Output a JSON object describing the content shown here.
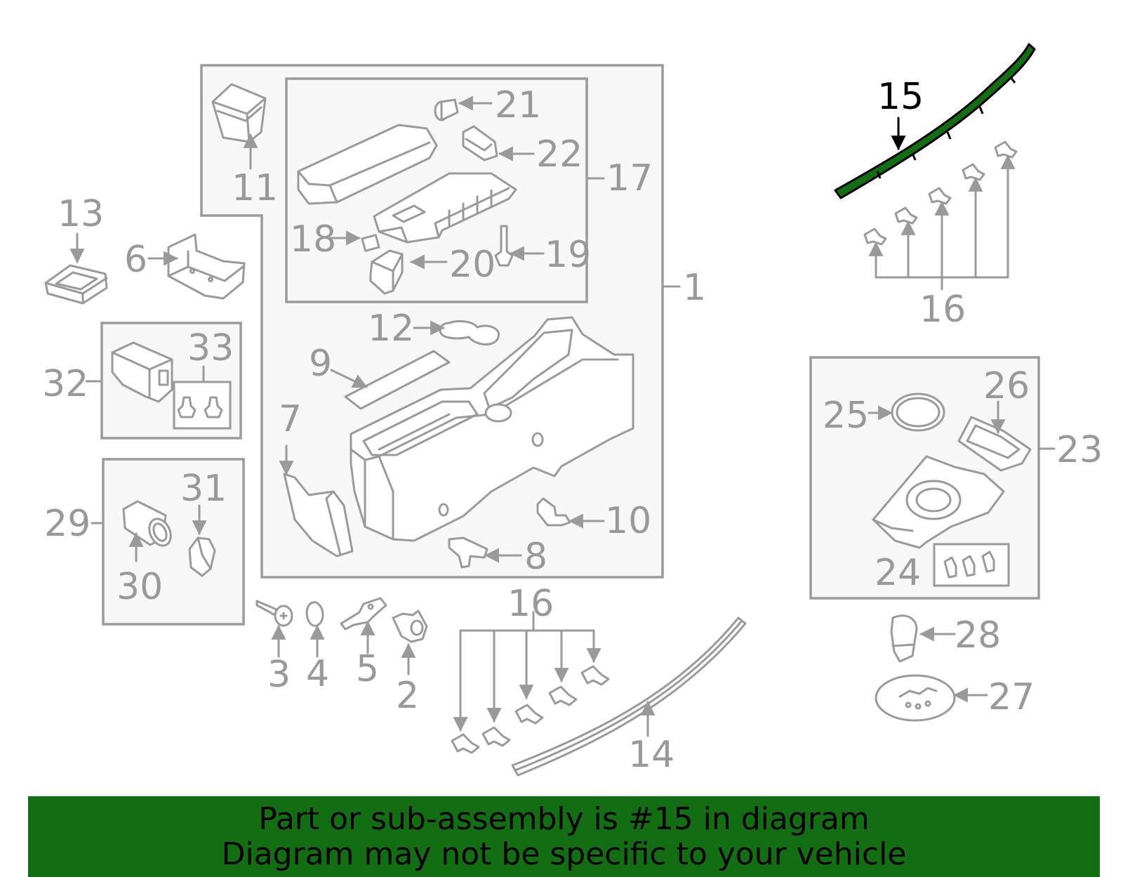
{
  "diagram": {
    "highlighted_part": "15",
    "highlight_color": "#136d13",
    "line_color": "#9a9a9a",
    "callouts": {
      "c1": "1",
      "c2": "2",
      "c3": "3",
      "c4": "4",
      "c5": "5",
      "c6": "6",
      "c7": "7",
      "c8": "8",
      "c9": "9",
      "c10": "10",
      "c11": "11",
      "c12": "12",
      "c13": "13",
      "c14": "14",
      "c15": "15",
      "c16a": "16",
      "c16b": "16",
      "c17": "17",
      "c18": "18",
      "c19": "19",
      "c20": "20",
      "c21": "21",
      "c22": "22",
      "c23": "23",
      "c24": "24",
      "c25": "25",
      "c26": "26",
      "c27": "27",
      "c28": "28",
      "c29": "29",
      "c30": "30",
      "c31": "31",
      "c32": "32",
      "c33": "33"
    }
  },
  "banner": {
    "line1": "Part or sub-assembly is #15 in diagram",
    "line2": "Diagram may not be specific to your vehicle",
    "background": "#136d13"
  }
}
